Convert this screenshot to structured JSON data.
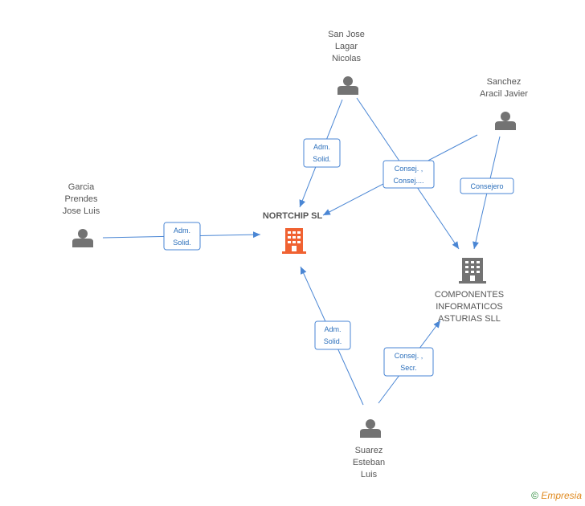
{
  "nodes": {
    "san_jose": {
      "lines": [
        "San Jose",
        "Lagar",
        "Nicolas"
      ]
    },
    "sanchez": {
      "lines": [
        "Sanchez",
        "Aracil Javier"
      ]
    },
    "garcia": {
      "lines": [
        "Garcia",
        "Prendes",
        "Jose Luis"
      ]
    },
    "suarez": {
      "lines": [
        "Suarez",
        "Esteban",
        "Luis"
      ]
    },
    "nortchip": {
      "label": "NORTCHIP SL"
    },
    "componentes": {
      "lines": [
        "COMPONENTES",
        "INFORMATICOS",
        "ASTURIAS SLL"
      ]
    }
  },
  "edges": {
    "san_jose_nortchip": [
      "Adm.",
      "Solid."
    ],
    "consej_shared": [
      "Consej. ,",
      "Consej...."
    ],
    "sanchez_componentes": [
      "Consejero"
    ],
    "garcia_nortchip": [
      "Adm.",
      "Solid."
    ],
    "suarez_nortchip": [
      "Adm.",
      "Solid."
    ],
    "suarez_componentes": [
      "Consej. ,",
      "Secr."
    ]
  },
  "colors": {
    "edge": "#4a86d4",
    "person": "#737373",
    "company_main": "#f06232",
    "company": "#737373"
  },
  "footer": {
    "copyright": "©",
    "brand": "Empresia"
  }
}
